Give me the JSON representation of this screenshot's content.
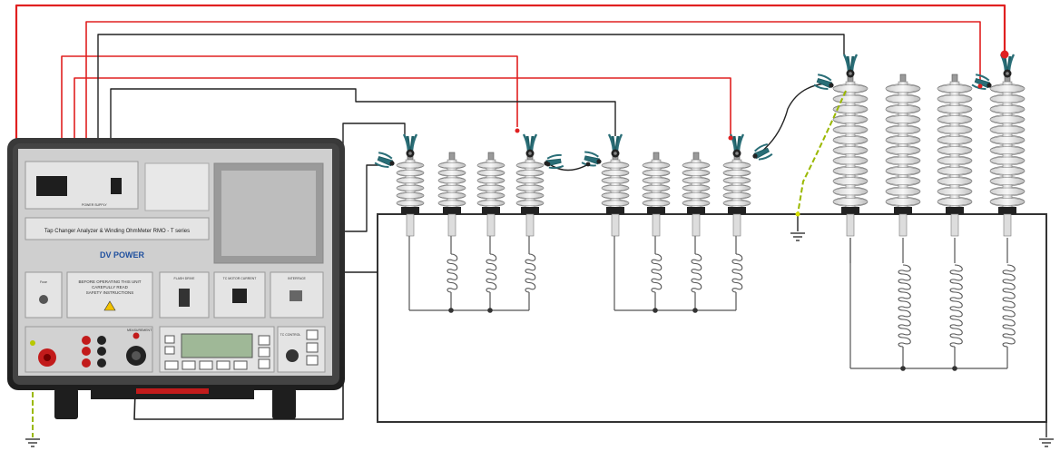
{
  "instrument": {
    "title": "Tap Changer Analyzer & Winding OhmMeter RMO - T series",
    "brand": "DV POWER",
    "power_supply_label": "POWER SUPPLY",
    "fuse_label": "Fuse",
    "warning_text": [
      "BEFORE OPERATING THIS UNIT",
      "CAREFULLY READ",
      "SAFETY INSTRUCTIONS"
    ],
    "flash_drive_label": "FLASH DRIVE",
    "tc_motor_current_label": "TC MOTOR CURRENT",
    "interface_label": "INTERFACE",
    "tc_control_label": "TC CONTROL",
    "mains_label": "MEASUREMENT"
  },
  "wire_colors": {
    "current": "#e02020",
    "voltage": "#222222",
    "ground": "#c8d400",
    "clamp_body": "#2a6e77",
    "insulator": "#e6e6e6",
    "case": "#2c2c2c",
    "panel": "#d9d9d9"
  },
  "icons": [
    "ground-symbol",
    "crocodile-clamp-icon",
    "bushing-insulator",
    "winding-coil",
    "warning-triangle-icon"
  ]
}
